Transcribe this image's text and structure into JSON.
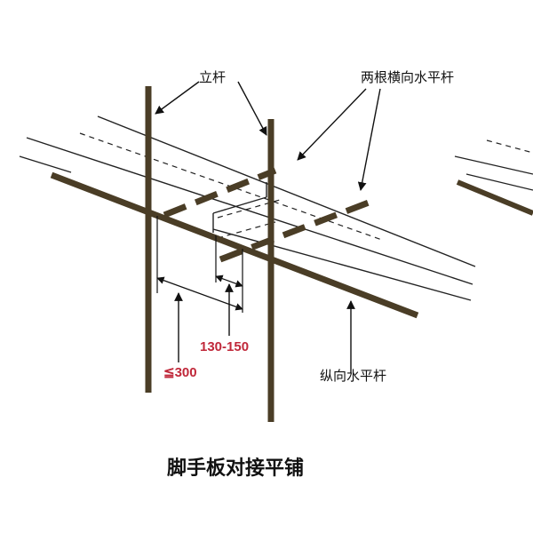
{
  "labels": {
    "upright_pole": "立杆",
    "two_transverse_bars": "两根横向水平杆",
    "longitudinal_bar": "纵向水平杆",
    "dim_overlap": "130-150",
    "dim_max": "≦300",
    "caption": "脚手板对接平铺"
  },
  "colors": {
    "pole": "#4a3d26",
    "board_line": "#222222",
    "dimension_text": "#c0283a",
    "background": "#ffffff"
  }
}
